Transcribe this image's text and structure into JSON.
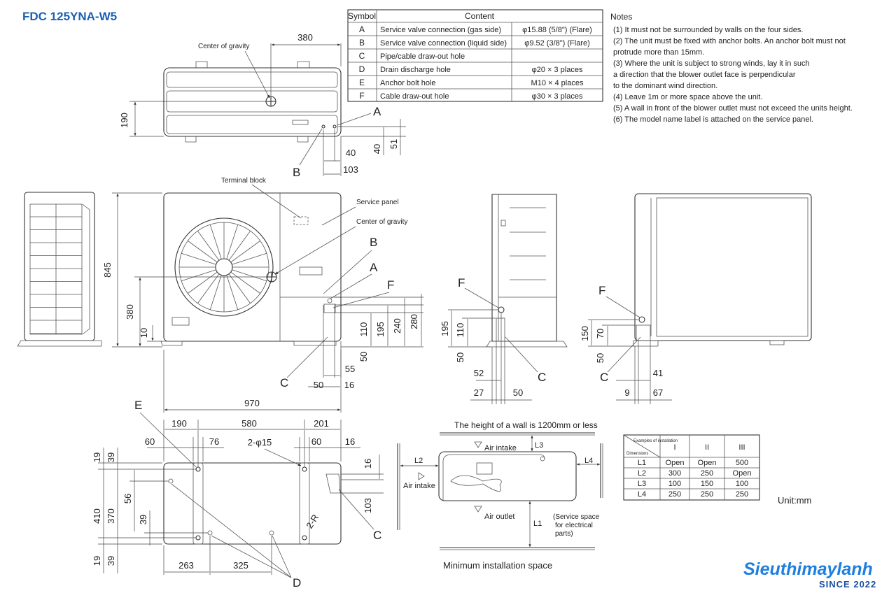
{
  "title": "FDC 125YNA-W5",
  "symbol_table": {
    "headers": [
      "Symbol",
      "Content"
    ],
    "rows": [
      {
        "symbol": "A",
        "content": "Service valve connection (gas side)",
        "spec": "φ15.88 (5/8\") (Flare)"
      },
      {
        "symbol": "B",
        "content": "Service valve connection (liquid side)",
        "spec": "φ9.52 (3/8\") (Flare)"
      },
      {
        "symbol": "C",
        "content": "Pipe/cable draw-out hole",
        "spec": ""
      },
      {
        "symbol": "D",
        "content": "Drain discharge hole",
        "spec": "φ20 × 3 places"
      },
      {
        "symbol": "E",
        "content": "Anchor bolt hole",
        "spec": "M10 × 4 places"
      },
      {
        "symbol": "F",
        "content": "Cable draw-out hole",
        "spec": "φ30 × 3 places"
      }
    ]
  },
  "notes": {
    "heading": "Notes",
    "items": [
      "(1) It must not be surrounded by walls on the four sides.",
      "(2) The unit must be fixed with anchor bolts. An anchor bolt must not",
      "     protrude more than 15mm.",
      "(3) Where the unit is subject to strong winds, lay it in such",
      "     a direction that the blower outlet face is perpendicular",
      "     to the dominant wind direction.",
      "(4) Leave 1m or more space above the unit.",
      "(5) A wall in front of the blower outlet must not exceed the units height.",
      "(6) The model name label is attached on the service panel."
    ]
  },
  "labels": {
    "center_of_gravity": "Center of gravity",
    "terminal_block": "Terminal block",
    "service_panel": "Service panel",
    "A": "A",
    "B": "B",
    "C": "C",
    "D": "D",
    "E": "E",
    "F": "F"
  },
  "dims_top": {
    "d380": "380",
    "d190": "190",
    "d40a": "40",
    "d40b": "40",
    "d51": "51",
    "d103": "103"
  },
  "dims_front": {
    "d845": "845",
    "d380": "380",
    "d10": "10",
    "d970": "970",
    "d110": "110",
    "d195": "195",
    "d240": "240",
    "d280": "280",
    "d50a": "50",
    "d55": "55",
    "d50b": "50",
    "d16": "16"
  },
  "dims_side": {
    "d195": "195",
    "d110": "110",
    "d50": "50",
    "d52": "52",
    "d27": "27",
    "d50b": "50"
  },
  "dims_back": {
    "d150": "150",
    "d70": "70",
    "d50": "50",
    "d41": "41",
    "d9": "9",
    "d67": "67"
  },
  "dims_base": {
    "d190": "190",
    "d580": "580",
    "d201": "201",
    "d60a": "60",
    "d76": "76",
    "hole": "2-φ15",
    "d60b": "60",
    "d16a": "16",
    "d16b": "16",
    "d19a": "19",
    "d39a": "39",
    "d56": "56",
    "d410": "410",
    "d370": "370",
    "d39b": "39",
    "d19b": "19",
    "d39c": "39",
    "d103": "103",
    "r": "2-R",
    "d263": "263",
    "d325": "325"
  },
  "install": {
    "wall_note": "The height of a wall is 1200mm or less",
    "air_intake_top": "Air intake",
    "air_intake_left": "Air intake",
    "air_outlet": "Air outlet",
    "service_space": [
      "(Service space",
      "for electrical",
      "parts)"
    ],
    "L1": "L1",
    "L2": "L2",
    "L3": "L3",
    "L4": "L4",
    "caption": "Minimum installation space"
  },
  "space_table": {
    "corner_top": "Examples of installation",
    "corner_bottom": "Dimensions",
    "columns": [
      "I",
      "II",
      "III"
    ],
    "rows": [
      {
        "label": "L1",
        "values": [
          "Open",
          "Open",
          "500"
        ]
      },
      {
        "label": "L2",
        "values": [
          "300",
          "250",
          "Open"
        ]
      },
      {
        "label": "L3",
        "values": [
          "100",
          "150",
          "100"
        ]
      },
      {
        "label": "L4",
        "values": [
          "250",
          "250",
          "250"
        ]
      }
    ]
  },
  "unit": "Unit:mm",
  "brand": {
    "name": "Sieuthimaylanh",
    "since": "SINCE 2022",
    "color": "#1e7fe0"
  }
}
